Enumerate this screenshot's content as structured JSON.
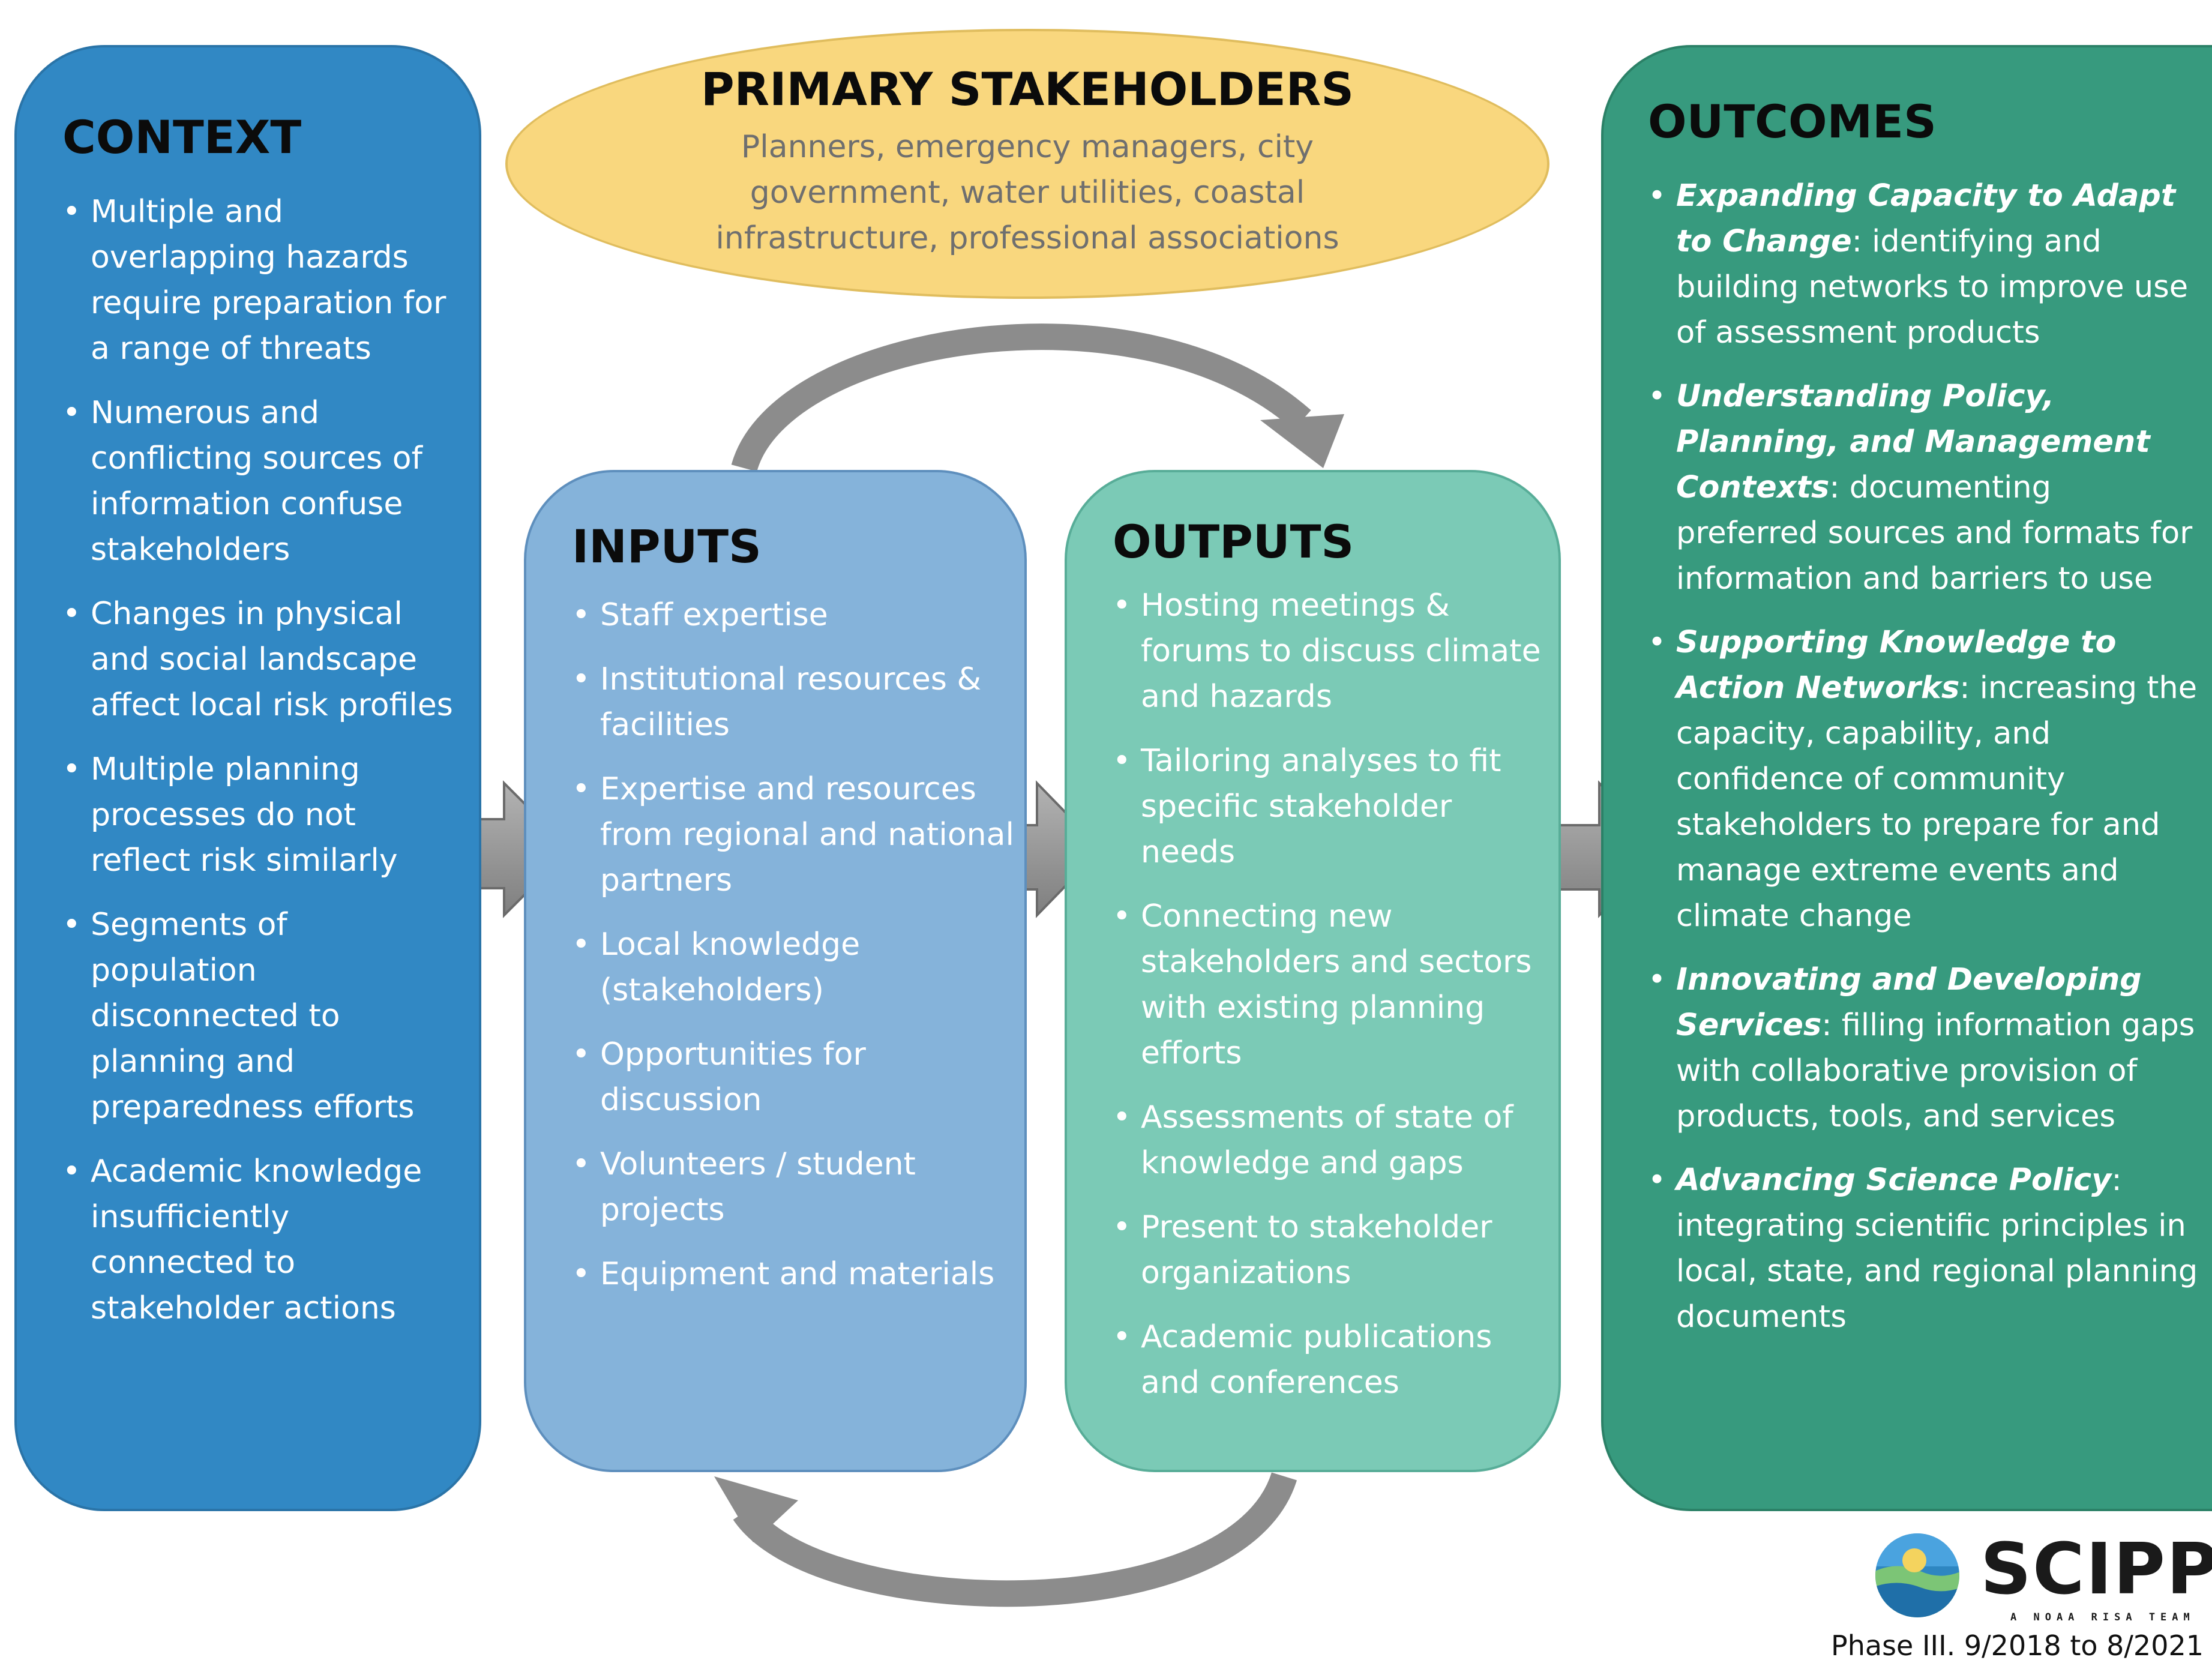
{
  "stakeholders": {
    "title": "PRIMARY STAKEHOLDERS",
    "description": "Planners, emergency managers, city government, water utilities, coastal infrastructure, professional associations"
  },
  "context": {
    "title": "CONTEXT",
    "items": [
      "Multiple and overlapping hazards require preparation for a range of threats",
      "Numerous and conflicting sources of information confuse stakeholders",
      "Changes in physical and social landscape affect local risk profiles",
      "Multiple planning processes do not reflect risk similarly",
      "Segments of population disconnected to planning and preparedness efforts",
      "Academic knowledge insufficiently connected to stakeholder actions"
    ]
  },
  "inputs": {
    "title": "INPUTS",
    "items": [
      "Staff expertise",
      "Institutional resources & facilities",
      "Expertise and resources from regional and national partners",
      "Local knowledge (stakeholders)",
      "Opportunities for discussion",
      "Volunteers / student projects",
      "Equipment and materials"
    ]
  },
  "outputs": {
    "title": "OUTPUTS",
    "items": [
      "Hosting meetings & forums to discuss climate and hazards",
      "Tailoring analyses to fit specific stakeholder needs",
      "Connecting new stakeholders and sectors with existing planning efforts",
      "Assessments of state of knowledge and gaps",
      "Present to stakeholder organizations",
      "Academic publications and conferences"
    ]
  },
  "outcomes": {
    "title": "OUTCOMES",
    "items": [
      {
        "heading": "Expanding Capacity to Adapt to Change",
        "text": ": identifying and building networks to improve use of assessment products"
      },
      {
        "heading": "Understanding Policy, Planning, and Management Contexts",
        "text": ": documenting preferred sources and formats for information and barriers to use"
      },
      {
        "heading": "Supporting Knowledge to Action Networks",
        "text": ": increasing the capacity, capability, and confidence of community stakeholders to prepare for and manage extreme events and climate change"
      },
      {
        "heading": "Innovating and Developing Services",
        "text": ": filling information gaps with collaborative provision of products, tools, and services"
      },
      {
        "heading": "Advancing Science Policy",
        "text": ": integrating scientific principles in local, state, and regional planning documents"
      }
    ]
  },
  "logo": {
    "name": "SCIPP",
    "tagline": "A NOAA RISA TEAM",
    "phase": "Phase III. 9/2018 to 8/2021"
  },
  "colors": {
    "context": "#3188c4",
    "inputs": "#85b3da",
    "outputs": "#7bcab6",
    "outcomes": "#379a7e",
    "stakeholders": "#f9d77e",
    "arrows": "#999999"
  }
}
